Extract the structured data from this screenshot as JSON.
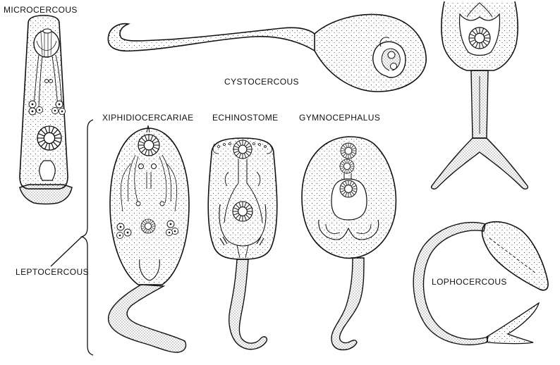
{
  "labels": {
    "microcercous": "MICROCERCOUS",
    "cystocercous": "CYSTOCERCOUS",
    "xiphidiocercariae": "XIPHIDIOCERCARIAE",
    "echinostome": "ECHINOSTOME",
    "gymnocephalus": "GYMNOCEPHALUS",
    "leptocercous": "LEPTOCERCOUS",
    "lophocercous": "LOPHOCERCOUS"
  },
  "colors": {
    "ink": "#111111",
    "paper": "#ffffff"
  }
}
